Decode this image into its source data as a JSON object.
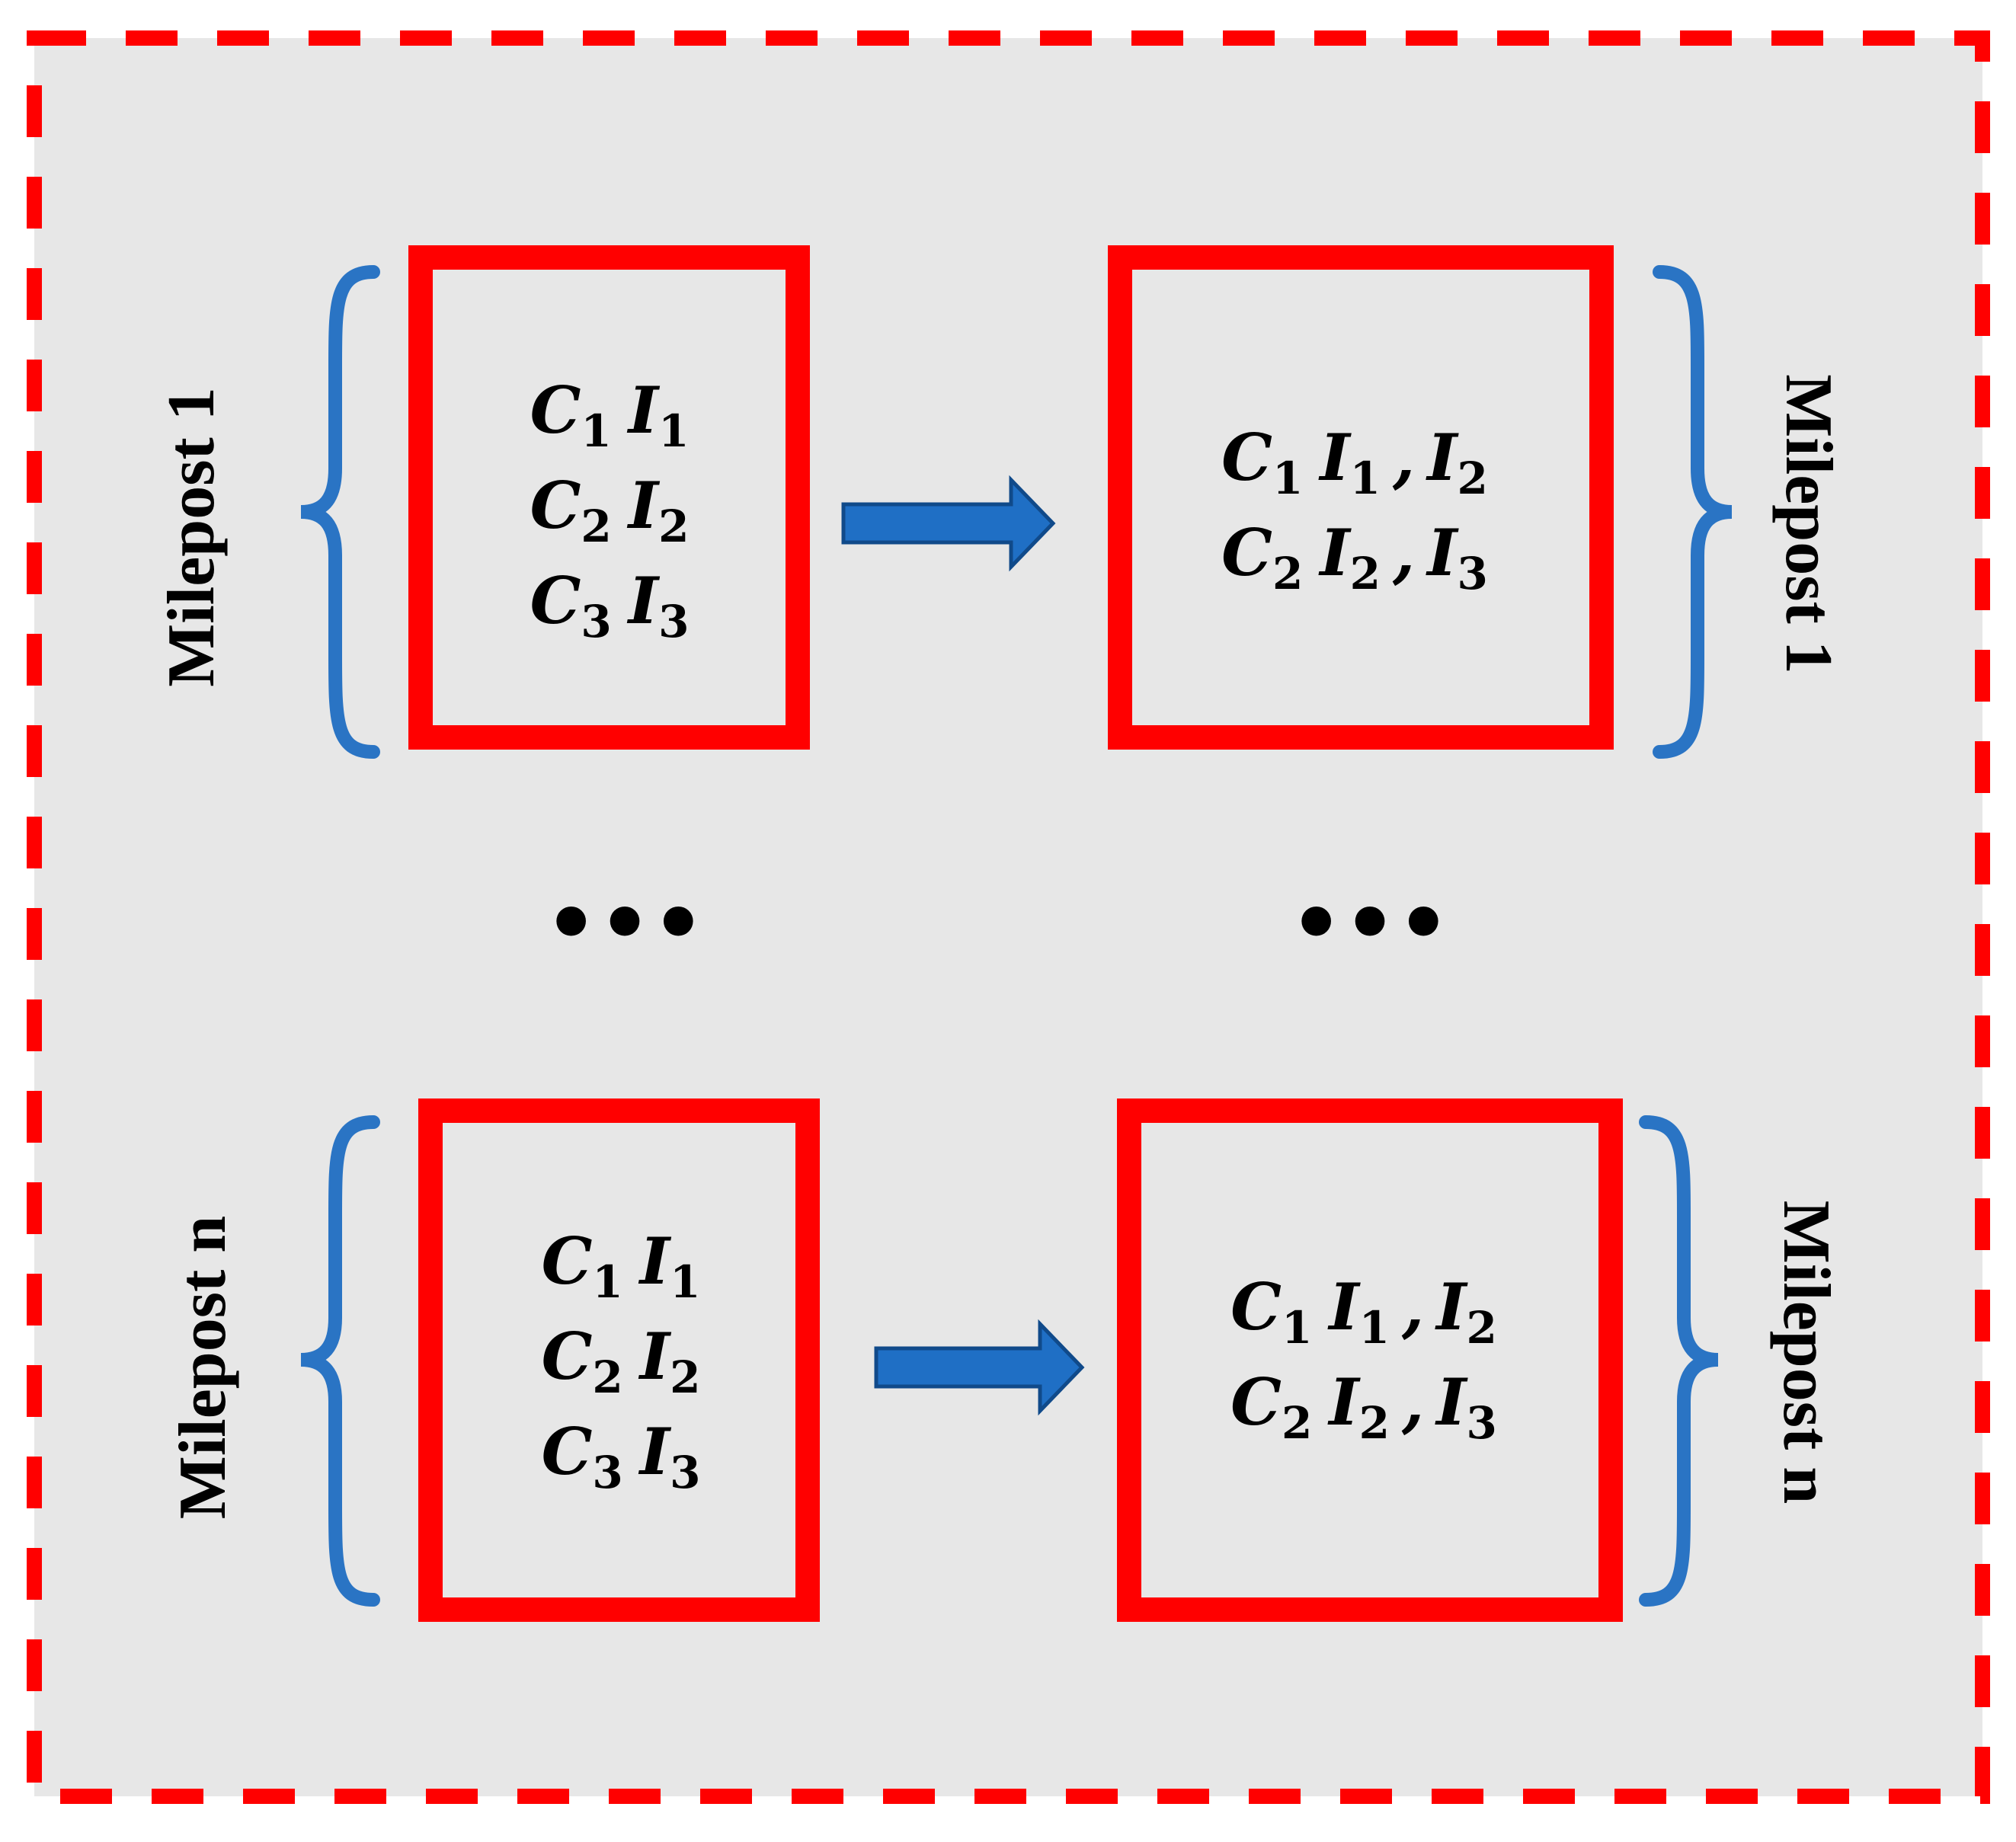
{
  "colors": {
    "background": "#e7e7e7",
    "border_dash": "#ff0000",
    "box_stroke": "#ff0000",
    "brace": "#2a74c4",
    "arrow_fill": "#1f6fc5",
    "arrow_stroke": "#104a8a",
    "text": "#000000"
  },
  "icons": {
    "arrow": "right-arrow-icon",
    "brace_left": "left-curly-brace",
    "brace_right": "right-curly-brace"
  },
  "rows": [
    {
      "label_left": "Milepost 1",
      "label_right": "Milepost 1",
      "left_box": [
        {
          "c": "C",
          "c_sub": "1",
          "i": "I",
          "i_sub": "1"
        },
        {
          "c": "C",
          "c_sub": "2",
          "i": "I",
          "i_sub": "2"
        },
        {
          "c": "C",
          "c_sub": "3",
          "i": "I",
          "i_sub": "3"
        }
      ],
      "right_box": [
        {
          "c": "C",
          "c_sub": "1",
          "i1": "I",
          "i1_sub": "1",
          "sep": ",",
          "i2": "I",
          "i2_sub": "2"
        },
        {
          "c": "C",
          "c_sub": "2",
          "i1": "I",
          "i1_sub": "2",
          "sep": ",",
          "i2": "I",
          "i2_sub": "3"
        }
      ]
    },
    {
      "label_left": "Milepost n",
      "label_right": "Milepost n",
      "left_box": [
        {
          "c": "C",
          "c_sub": "1",
          "i": "I",
          "i_sub": "1"
        },
        {
          "c": "C",
          "c_sub": "2",
          "i": "I",
          "i_sub": "2"
        },
        {
          "c": "C",
          "c_sub": "3",
          "i": "I",
          "i_sub": "3"
        }
      ],
      "right_box": [
        {
          "c": "C",
          "c_sub": "1",
          "i1": "I",
          "i1_sub": "1",
          "sep": ",",
          "i2": "I",
          "i2_sub": "2"
        },
        {
          "c": "C",
          "c_sub": "2",
          "i1": "I",
          "i1_sub": "2",
          "sep": ",",
          "i2": "I",
          "i2_sub": "3"
        }
      ]
    }
  ],
  "ellipsis_left": "•••",
  "ellipsis_right": "•••"
}
